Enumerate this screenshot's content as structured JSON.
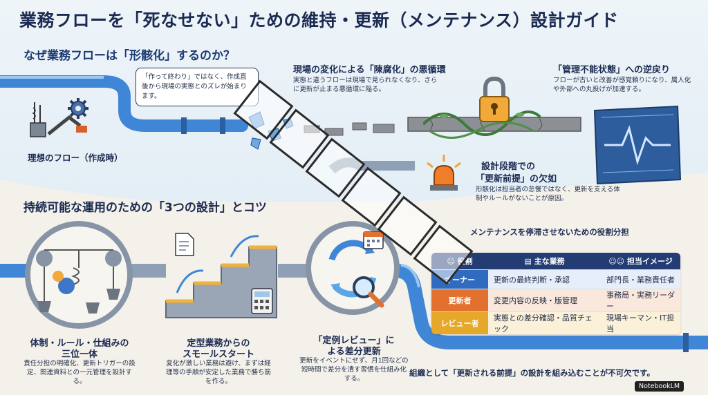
{
  "title": "業務フローを「死なせない」ための維持・更新（メンテナンス）設計ガイド",
  "section1": {
    "heading": "なぜ業務フローは「形骸化」するのか？",
    "speech_bubble": "「作って終わり」ではなく、作成直後から現場の実態とのズレが始まります。",
    "ideal_label": "理想のフロー（作成時）",
    "point1": {
      "title": "現場の変化による「陳腐化」の悪循環",
      "body": "実態と違うフローは現場で見られなくなり、さらに更新が止まる悪循環に陥る。"
    },
    "point2": {
      "title": "「管理不能状態」への逆戻り",
      "body": "フローが古いと改善が感覚頼りになり、属人化や外部への丸投げが加速する。"
    },
    "point3": {
      "title_line1": "設計段階での",
      "title_line2": "「更新前提」の欠如",
      "body": "形骸化は担当者の怠慢ではなく、更新を支える体制やルールがないことが原因。"
    }
  },
  "section2": {
    "heading": "持続可能な運用のための「3つの設計」とコツ",
    "items": [
      {
        "title_line1": "体制・ルール・仕組みの",
        "title_line2": "三位一体",
        "body": "責任分担の明確化、更新トリガーの設定、関連資料との一元管理を設計する。"
      },
      {
        "title_line1": "定型業務からの",
        "title_line2": "スモールスタート",
        "body": "変化が激しい業務は避け、まずは経理等の手順が安定した業務で勝ち筋を作る。"
      },
      {
        "title_line1": "「定例レビュー」に",
        "title_line2": "よる差分更新",
        "body": "更新をイベントにせず、月1回などの短時間で差分を潰す習慣を仕組み化する。"
      }
    ]
  },
  "table": {
    "title": "メンテナンスを停滞させないための役割分担",
    "headers": [
      "役割",
      "主な業務",
      "担当イメージ"
    ],
    "rows": [
      {
        "role": "オーナー",
        "duty": "更新の最終判断・承認",
        "owner": "部門長・業務責任者"
      },
      {
        "role": "更新者",
        "duty": "変更内容の反映・版管理",
        "owner": "事務局・実務リーダー"
      },
      {
        "role": "レビュー者",
        "duty": "実態との差分確認・品質チェック",
        "owner": "現場キーマン・IT担当"
      }
    ]
  },
  "footer": "組織として「更新される前提」の設計を組み込むことが不可欠です。",
  "brand": "NotebookLM",
  "icons": [
    "machine-icon",
    "gear-icon",
    "lock-icon",
    "vine-icon",
    "blueprint-icon",
    "alarm-light-icon",
    "pulley-icon",
    "stairs-icon",
    "document-icon",
    "calculator-icon",
    "review-cycle-icon",
    "magnifier-icon",
    "calendar-icon",
    "user-icon",
    "clipboard-icon",
    "group-icon"
  ],
  "colors": {
    "navy": "#1b2a52",
    "pipe": "#3f86d6",
    "orange": "#e2702e",
    "yellow": "#e6a82a",
    "blue": "#2f6bbf"
  }
}
